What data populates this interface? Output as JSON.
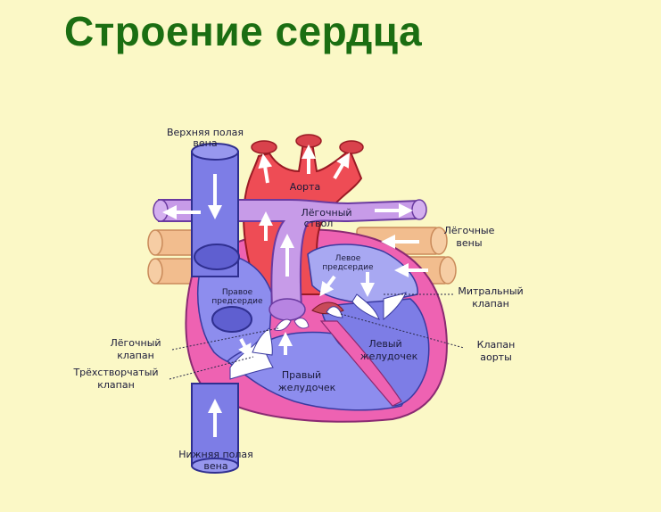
{
  "title": "Строение сердца",
  "labels": {
    "svc_1": "Верхняя полая",
    "svc_2": "вена",
    "aorta": "Аорта",
    "pulm_trunk_1": "Лёгочный",
    "pulm_trunk_2": "ствол",
    "pulm_veins_1": "Лёгочные",
    "pulm_veins_2": "вены",
    "left_atrium_1": "Левое",
    "left_atrium_2": "предсердие",
    "right_atrium_1": "Правое",
    "right_atrium_2": "предсердие",
    "mitral_1": "Митральный",
    "mitral_2": "клапан",
    "pulm_valve_1": "Лёгочный",
    "pulm_valve_2": "клапан",
    "tricuspid_1": "Трёхстворчатый",
    "tricuspid_2": "клапан",
    "left_ventricle_1": "Левый",
    "left_ventricle_2": "желудочек",
    "aortic_valve_1": "Клапан",
    "aortic_valve_2": "аорты",
    "right_ventricle_1": "Правый",
    "right_ventricle_2": "желудочек",
    "ivc_1": "Нижняя полая",
    "ivc_2": "вена"
  },
  "colors": {
    "background": "#fbf8c6",
    "title": "#1b6e12",
    "vena_cava": "#7d7de6",
    "aorta": "#ee4c55",
    "pulmonary_trunk": "#c79be8",
    "pulmonary_veins": "#f2bd8e",
    "myocardium": "#ee62b2",
    "chamber": "#8d8dee",
    "valve": "#ffffff"
  }
}
